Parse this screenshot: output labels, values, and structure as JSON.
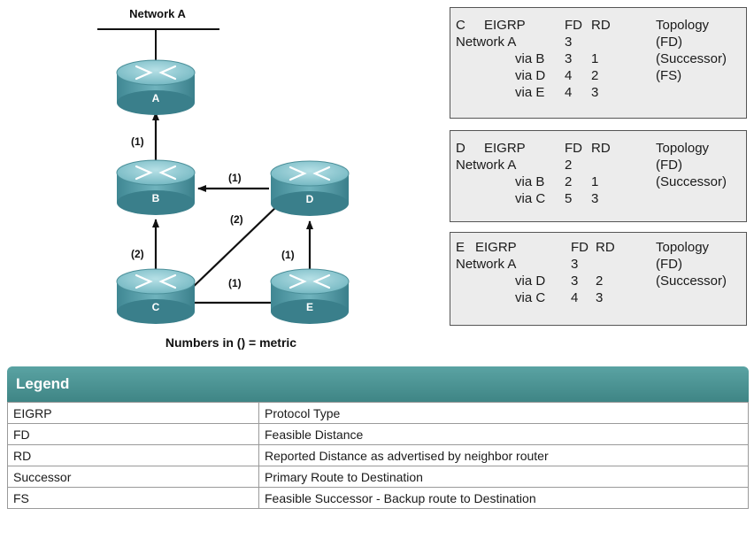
{
  "diagram": {
    "network_label": "Network A",
    "routers": [
      {
        "id": "A",
        "label": "A"
      },
      {
        "id": "B",
        "label": "B"
      },
      {
        "id": "C",
        "label": "C"
      },
      {
        "id": "D",
        "label": "D"
      },
      {
        "id": "E",
        "label": "E"
      }
    ],
    "metrics": {
      "a_b": "(1)",
      "d_b": "(1)",
      "c_d": "(2)",
      "c_b": "(2)",
      "e_d": "(1)",
      "c_e": "(1)"
    },
    "caption": "Numbers in () = metric"
  },
  "tables": [
    {
      "router": "C",
      "protocol": "EIGRP",
      "fd_header": "FD",
      "rd_header": "RD",
      "topology_header": "Topology",
      "network": "Network A",
      "network_fd": "3",
      "network_topology": "(FD)",
      "routes": [
        {
          "via": "via B",
          "fd": "3",
          "rd": "1",
          "topology": "(Successor)"
        },
        {
          "via": "via D",
          "fd": "4",
          "rd": "2",
          "topology": "(FS)"
        },
        {
          "via": "via E",
          "fd": "4",
          "rd": "3",
          "topology": ""
        }
      ]
    },
    {
      "router": "D",
      "protocol": "EIGRP",
      "fd_header": "FD",
      "rd_header": "RD",
      "topology_header": "Topology",
      "network": "Network A",
      "network_fd": "2",
      "network_topology": "(FD)",
      "routes": [
        {
          "via": "via B",
          "fd": "2",
          "rd": "1",
          "topology": "(Successor)"
        },
        {
          "via": "via C",
          "fd": "5",
          "rd": "3",
          "topology": ""
        }
      ]
    },
    {
      "router": "E",
      "protocol": "EIGRP",
      "fd_header": "FD",
      "rd_header": "RD",
      "topology_header": "Topology",
      "network": "Network A",
      "network_fd": "3",
      "network_topology": "(FD)",
      "routes": [
        {
          "via": "via D",
          "fd": "3",
          "rd": "2",
          "topology": "(Successor)"
        },
        {
          "via": "via C",
          "fd": "4",
          "rd": "3",
          "topology": ""
        }
      ]
    }
  ],
  "legend": {
    "title": "Legend",
    "rows": [
      {
        "term": "EIGRP",
        "definition": "Protocol Type"
      },
      {
        "term": "FD",
        "definition": "Feasible Distance"
      },
      {
        "term": "RD",
        "definition": "Reported Distance as advertised by neighbor router"
      },
      {
        "term": "Successor",
        "definition": "Primary Route to Destination"
      },
      {
        "term": "FS",
        "definition": "Feasible Successor - Backup route to Destination"
      }
    ]
  },
  "colors": {
    "router_body": "#4f9aa6",
    "router_top": "#86c2cc",
    "legend_header": "#4a9494",
    "table_background": "#ececec"
  }
}
